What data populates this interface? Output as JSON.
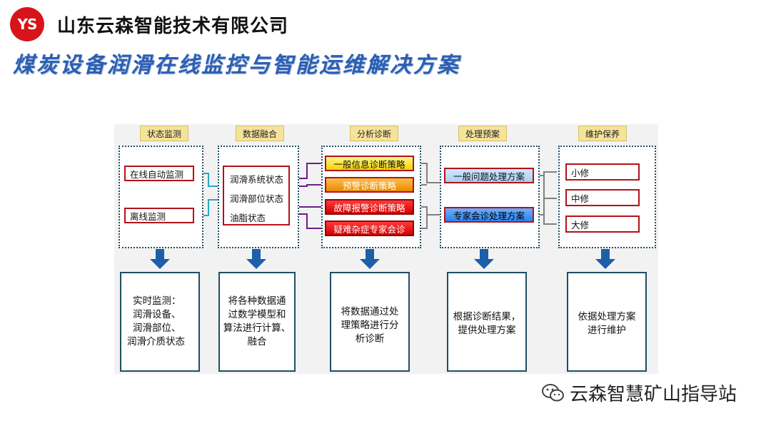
{
  "header": {
    "logo_text": "YS",
    "company": "山东云森智能技术有限公司",
    "title": "煤炭设备润滑在线监控与智能运维解决方案"
  },
  "stages": [
    {
      "tag": "状态监测",
      "items": [
        "在线自动监测",
        "离线监测"
      ],
      "desc": [
        "实时监测：",
        "润滑设备、",
        "润滑部位、",
        "润滑介质状态"
      ]
    },
    {
      "tag": "数据融合",
      "items": [
        "润滑系统状态",
        "润滑部位状态",
        "油脂状态"
      ],
      "desc": [
        "将各种数据通",
        "过数学模型和",
        "算法进行计算、",
        "融合"
      ]
    },
    {
      "tag": "分析诊断",
      "items": [
        "一般信息诊断策略",
        "预警诊断策略",
        "故障报警诊断策略",
        "疑难杂症专家会诊"
      ],
      "desc": [
        "将数据通过处",
        "理策略进行分",
        "析诊断"
      ]
    },
    {
      "tag": "处理预案",
      "items": [
        "一般问题处理方案",
        "专家会诊处理方案"
      ],
      "desc": [
        "根据诊断结果，",
        "提供处理方案"
      ]
    },
    {
      "tag": "维护保养",
      "items": [
        "小修",
        "中修",
        "大修"
      ],
      "desc": [
        "依据处理方案",
        "进行维护"
      ]
    }
  ],
  "colors": {
    "title_blue": "#2b5fb3",
    "arrow_blue": "#1d5fa8",
    "tag_yellow": "#f5e39a",
    "box_red_border": "#b2121a",
    "connector_teal": "#2aa6c9",
    "connector_purple": "#6b1e8c",
    "connector_grey": "#808080"
  },
  "watermark": {
    "icon": "wechat-icon",
    "text": "云森智慧矿山指导站"
  }
}
